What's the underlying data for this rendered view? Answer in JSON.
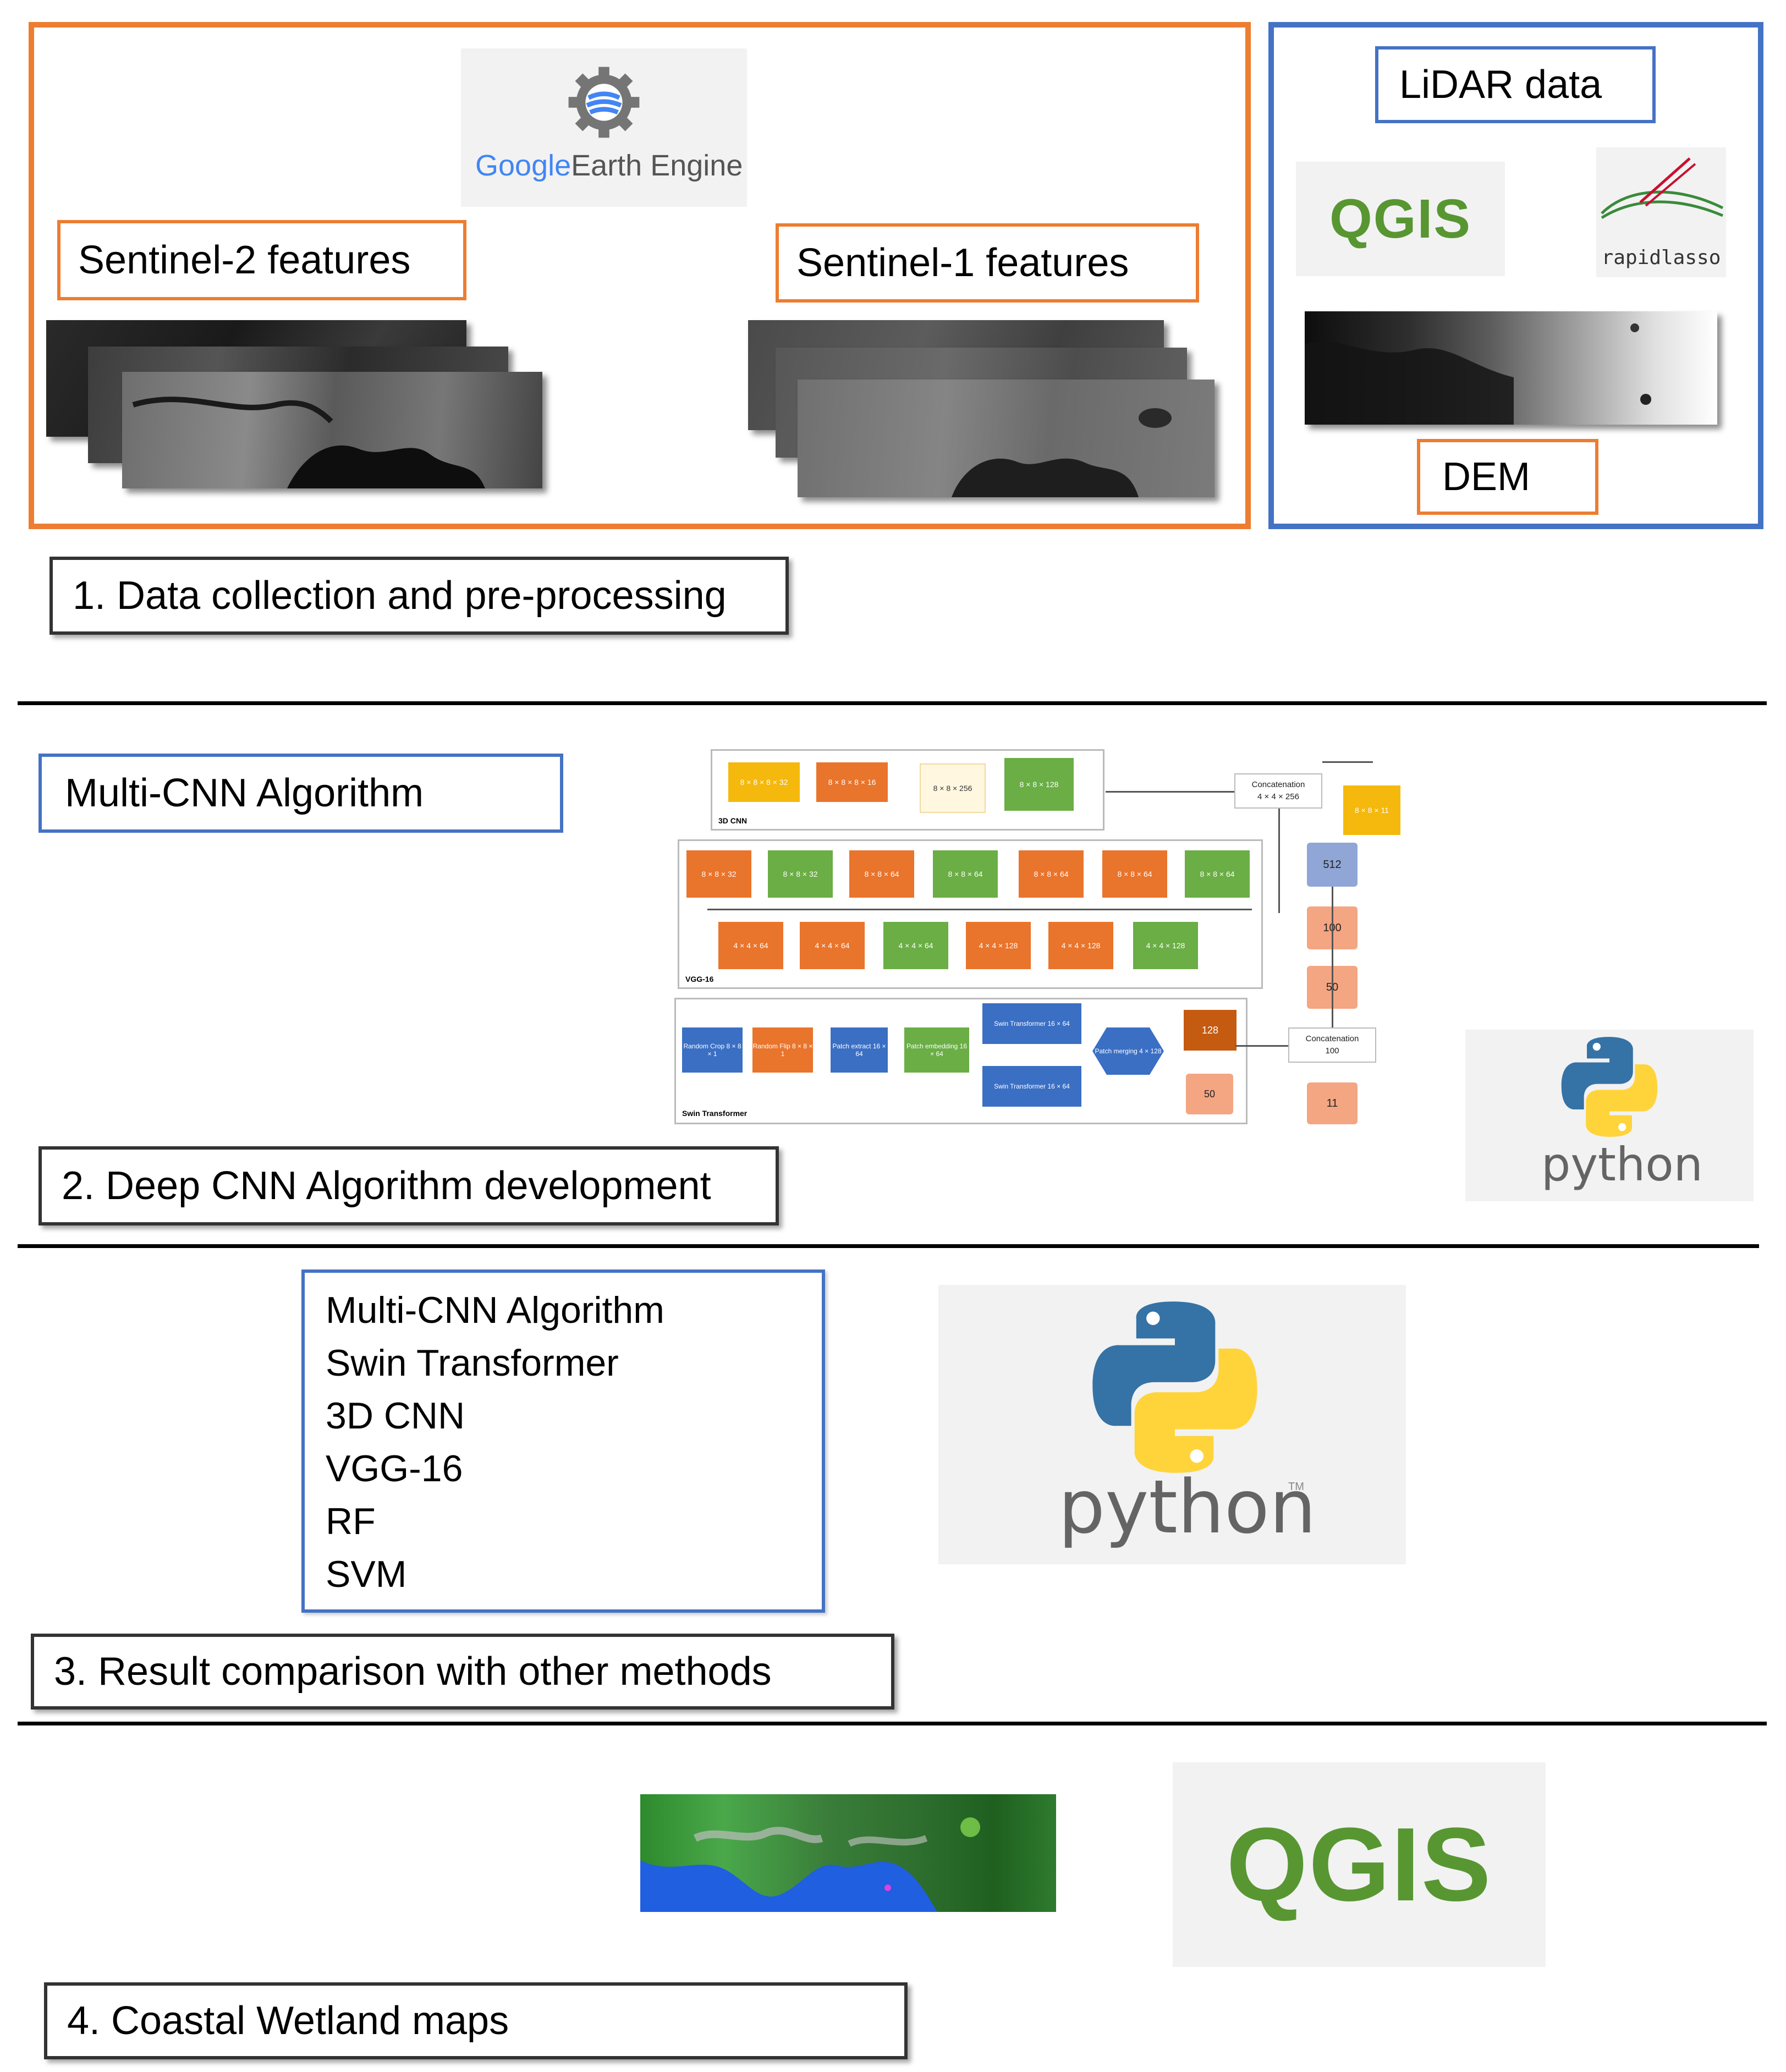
{
  "section1": {
    "gee_logo_text": {
      "google": "Google",
      "rest": "Earth Engine"
    },
    "sentinel2_label": "Sentinel-2 features",
    "sentinel1_label": "Sentinel-1 features",
    "lidar_label": "LiDAR data",
    "qgis_text": "QGIS",
    "rapidlasso_text": "rapidlasso",
    "dem_label": "DEM",
    "step_label": "1. Data collection and pre-processing"
  },
  "section2": {
    "multicnn_label": "Multi-CNN Algorithm",
    "step_label": "2. Deep CNN Algorithm  development",
    "python_text": "python",
    "arch": {
      "cnn3d_label": "3D CNN",
      "vgg_label": "VGG-16",
      "swin_label": "Swin Transformer",
      "concat1": "Concatenation",
      "concat1_sub": "4 × 4 × 256",
      "concat2": "Concatenation",
      "concat2_sub": "100",
      "fc_512": "512",
      "fc_100": "100",
      "fc_50": "50",
      "fc_11": "11",
      "swin_128": "128",
      "swin_50": "50",
      "cnn3d_blocks": [
        "8 × 8 × 8 × 32",
        "8 × 8 × 8 × 16",
        "8 × 8 × 256",
        "8 × 8 × 128"
      ],
      "vgg_row1": [
        "8 × 8 × 32",
        "8 × 8 × 32",
        "8 × 8 × 64",
        "8 × 8 × 64",
        "8 × 8 × 64",
        "8 × 8 × 64",
        "8 × 8 × 64"
      ],
      "vgg_row2": [
        "4 × 4 × 64",
        "4 × 4 × 64",
        "4 × 4 × 64",
        "4 × 4 × 128",
        "4 × 4 × 128",
        "4 × 4 × 128"
      ],
      "swin_blocks": [
        "Random Crop 8 × 8 × 1",
        "Random Flip 8 × 8 × 1",
        "Patch extract 16 × 64",
        "Patch embedding 16 × 64",
        "Swin Transformer 16 × 64",
        "Swin Transformer 16 × 64",
        "Patch merging 4 × 128"
      ],
      "out_block": "8 × 8 × 11"
    }
  },
  "section3": {
    "methods": [
      "Multi-CNN Algorithm",
      "Swin Transformer",
      "3D CNN",
      "VGG-16",
      "RF",
      "SVM"
    ],
    "python_text": "python",
    "tm": "TM",
    "step_label": "3. Result comparison with other methods"
  },
  "section4": {
    "qgis_text": "QGIS",
    "step_label": "4. Coastal Wetland maps"
  },
  "colors": {
    "orange_frame": "#ED7D31",
    "blue_frame": "#4472C4",
    "qgis_green": "#589632",
    "python_blue": "#3572A5",
    "python_yellow": "#FFD43B",
    "cnn_orange": "#E9742B",
    "cnn_green": "#6AAE45",
    "cnn_yellow": "#F5B80C",
    "swin_blue": "#3A6FC4",
    "fc_peach": "#F4A582",
    "fc_lavender": "#8FA6D6"
  }
}
